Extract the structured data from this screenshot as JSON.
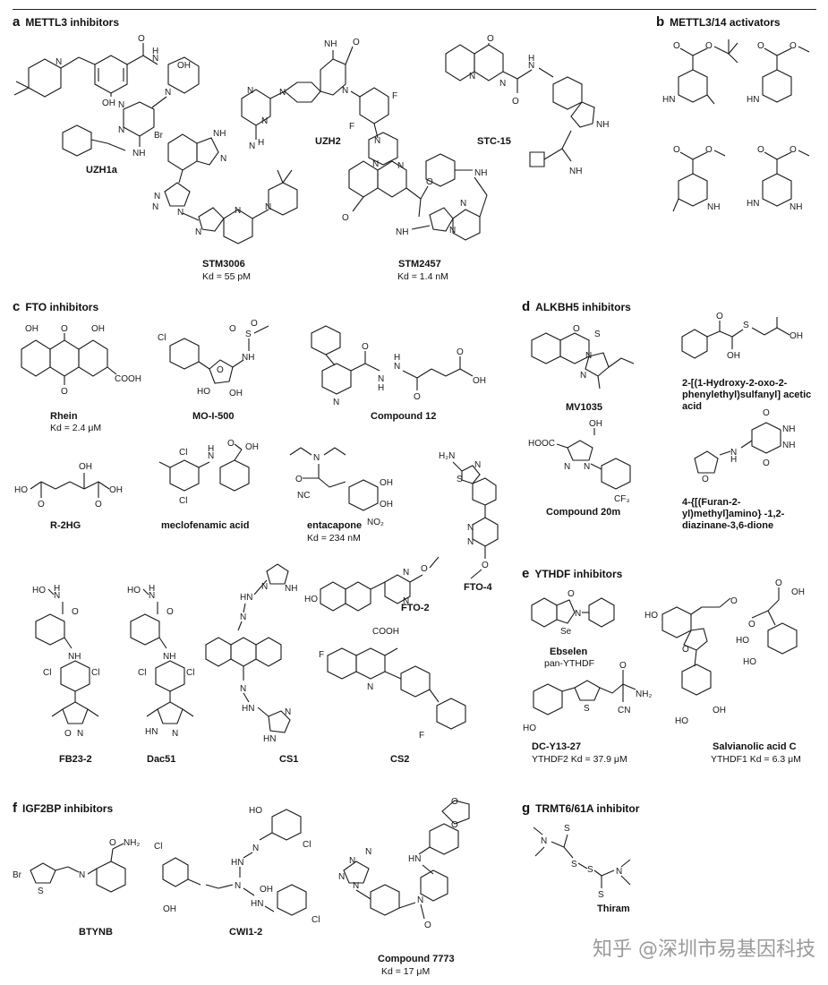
{
  "panels": {
    "a": {
      "letter": "a",
      "title": "METTL3 inhibitors"
    },
    "b": {
      "letter": "b",
      "title": "METTL3/14 activators"
    },
    "c": {
      "letter": "c",
      "title": "FTO inhibitors"
    },
    "d": {
      "letter": "d",
      "title": "ALKBH5 inhibitors"
    },
    "e": {
      "letter": "e",
      "title": "YTHDF inhibitors"
    },
    "f": {
      "letter": "f",
      "title": "IGF2BP inhibitors"
    },
    "g": {
      "letter": "g",
      "title": "TRMT6/61A inhibitor"
    }
  },
  "compounds": {
    "uzh1a": {
      "name": "UZH1a"
    },
    "uzh2": {
      "name": "UZH2"
    },
    "stc15": {
      "name": "STC-15"
    },
    "stm3006": {
      "name": "STM3006",
      "note": "Kd = 55 pM"
    },
    "stm2457": {
      "name": "STM2457",
      "note": "Kd = 1.4 nM"
    },
    "rhein": {
      "name": "Rhein",
      "note": "Kd = 2.4 μM"
    },
    "moi500": {
      "name": "MO-I-500"
    },
    "compound12": {
      "name": "Compound 12"
    },
    "r2hg": {
      "name": "R-2HG"
    },
    "meclofenamic": {
      "name": "meclofenamic acid"
    },
    "entacapone": {
      "name": "entacapone",
      "note": "Kd = 234 nM"
    },
    "fto2": {
      "name": "FTO-2"
    },
    "fto4": {
      "name": "FTO-4"
    },
    "fb232": {
      "name": "FB23-2"
    },
    "dac51": {
      "name": "Dac51"
    },
    "cs1": {
      "name": "CS1"
    },
    "cs2": {
      "name": "CS2"
    },
    "mv1035": {
      "name": "MV1035"
    },
    "hydroxyoxo": {
      "name": "2-[(1-Hydroxy-2-oxo-2-phenylethyl)sulfanyl] acetic acid"
    },
    "compound20m": {
      "name": "Compound 20m"
    },
    "furan": {
      "name": "4-{[(Furan-2-yl)methyl]amino} -1,2-diazinane-3,6-dione"
    },
    "ebselen": {
      "name": "Ebselen",
      "note": "pan-YTHDF"
    },
    "salvianolic": {
      "name": "Salvianolic acid C",
      "note": "YTHDF1 Kd = 6.3 μM"
    },
    "dcy1327": {
      "name": "DC-Y13-27",
      "note": "YTHDF2 Kd = 37.9 μM"
    },
    "btynb": {
      "name": "BTYNB"
    },
    "cwi12": {
      "name": "CWI1-2"
    },
    "compound7773": {
      "name": "Compound 7773",
      "note": "Kd = 17 μM"
    },
    "thiram": {
      "name": "Thiram"
    }
  },
  "atom_labels": {
    "oh": "OH",
    "nh": "NH",
    "n": "N",
    "o": "O",
    "s": "S",
    "f": "F",
    "cl": "Cl",
    "br": "Br",
    "cooh": "COOH",
    "hooc": "HOOC",
    "ho": "HO",
    "nh2": "NH₂",
    "hn": "HN",
    "cn": "CN",
    "no2": "NO₂",
    "cf3": "CF₃",
    "se": "Se",
    "h2n": "H₂N",
    "hooh": "HO",
    "hnn": "HN"
  },
  "watermark": "知乎 @深圳市易基因科技"
}
